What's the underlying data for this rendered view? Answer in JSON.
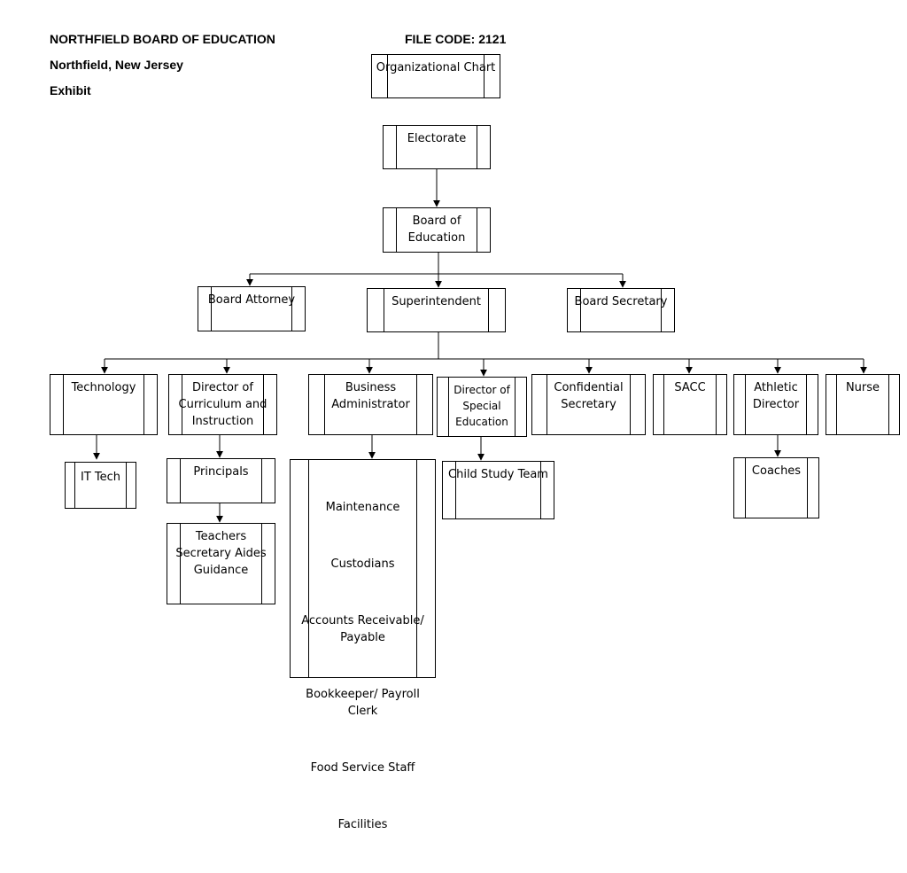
{
  "header": {
    "org_name": "NORTHFIELD BOARD OF EDUCATION",
    "file_code": "FILE CODE:  2121",
    "location": "Northfield, New Jersey",
    "exhibit": "Exhibit"
  },
  "chart": {
    "title": "Organizational Chart",
    "electorate": "Electorate",
    "board_of_education": "Board of\nEducation",
    "board_attorney": "Board Attorney",
    "superintendent": "Superintendent",
    "board_secretary": "Board Secretary",
    "technology": "Technology",
    "it_tech": "IT Tech",
    "director_curriculum": "Director of\nCurriculum and\nInstruction",
    "principals": "Principals",
    "teachers_group": "Teachers\nSecretary Aides\nGuidance",
    "business_administrator": "Business\nAdministrator",
    "business_staff": [
      "Maintenance",
      "Custodians",
      "Accounts Receivable/\nPayable",
      "Bookkeeper/ Payroll\nClerk",
      "Food Service Staff",
      "Facilities"
    ],
    "director_special_ed": "Director of\nSpecial\nEducation",
    "child_study_team": "Child Study Team",
    "confidential_secretary": "Confidential\nSecretary",
    "sacc": "SACC",
    "athletic_director": "Athletic\nDirector",
    "coaches": "Coaches",
    "nurse": "Nurse"
  }
}
